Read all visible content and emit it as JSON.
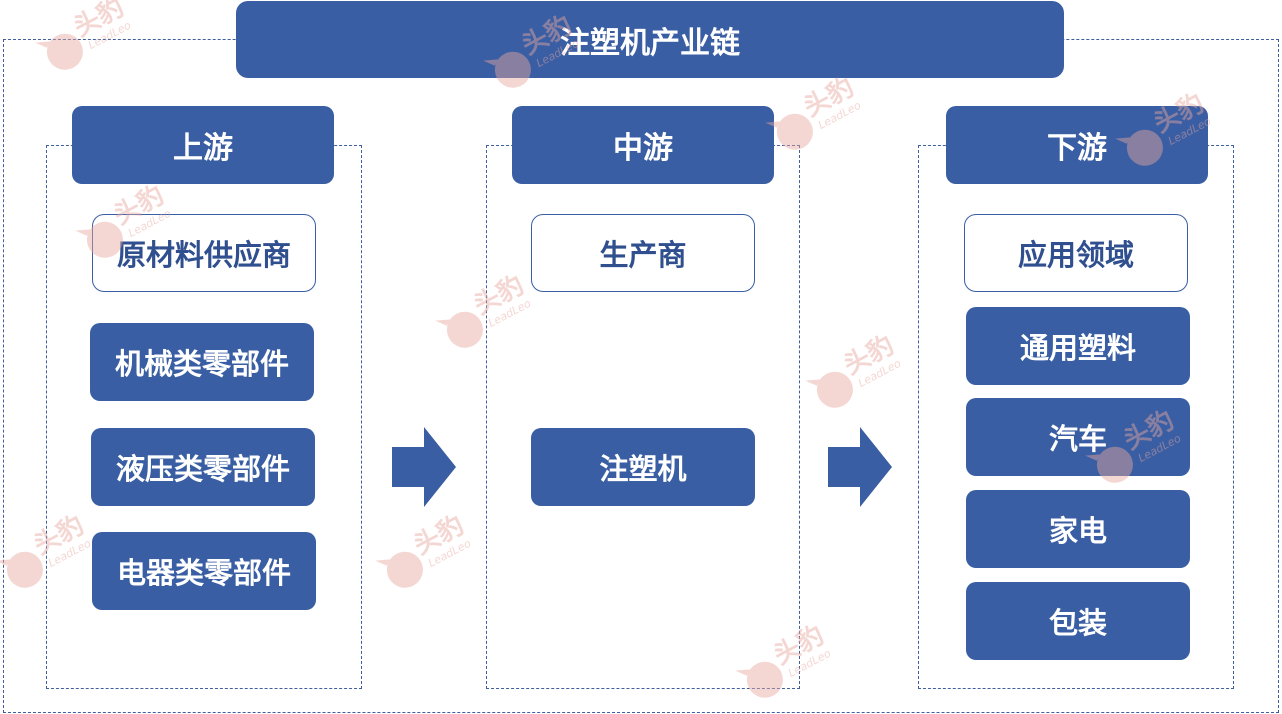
{
  "title": "注塑机产业链",
  "colors": {
    "primary": "#3a5ea3",
    "dashed": "#3f5e9e",
    "outline_text": "#2f4f8f",
    "watermark": "#e8a8a0"
  },
  "watermark": {
    "text": "头豹",
    "sub": "LeadLeo",
    "icon": "leopard-logo-icon"
  },
  "upstream": {
    "header": "上游",
    "category": "原材料供应商",
    "items": [
      "机械类零部件",
      "液压类零部件",
      "电器类零部件"
    ]
  },
  "midstream": {
    "header": "中游",
    "category": "生产商",
    "items": [
      "注塑机"
    ]
  },
  "downstream": {
    "header": "下游",
    "category": "应用领域",
    "items": [
      "通用塑料",
      "汽车",
      "家电",
      "包装"
    ]
  }
}
